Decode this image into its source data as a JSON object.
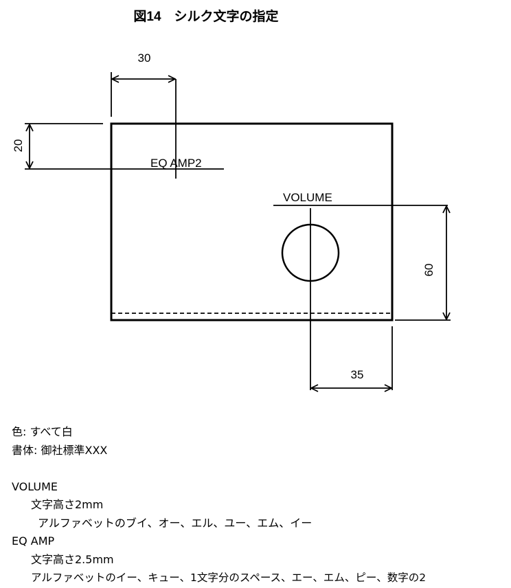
{
  "figure": {
    "title": "図14　シルク文字の指定",
    "dim_top": "30",
    "dim_left": "20",
    "dim_right": "60",
    "dim_bottom": "35",
    "label_eq": "EQ AMP2",
    "label_volume": "VOLUME"
  },
  "notes": {
    "color": "色: すべて白",
    "font": "書体: 御社標準XXX",
    "volume_heading": "VOLUME",
    "volume_height": "文字高さ2mm",
    "volume_spelling": "アルファベットのブイ、オー、エル、ユー、エム、イー",
    "eq_heading": "EQ AMP",
    "eq_height": "文字高さ2.5mm",
    "eq_spelling": "アルファベットのイー、キュー、1文字分のスペース、エー、エム、ピー、数字の2"
  }
}
